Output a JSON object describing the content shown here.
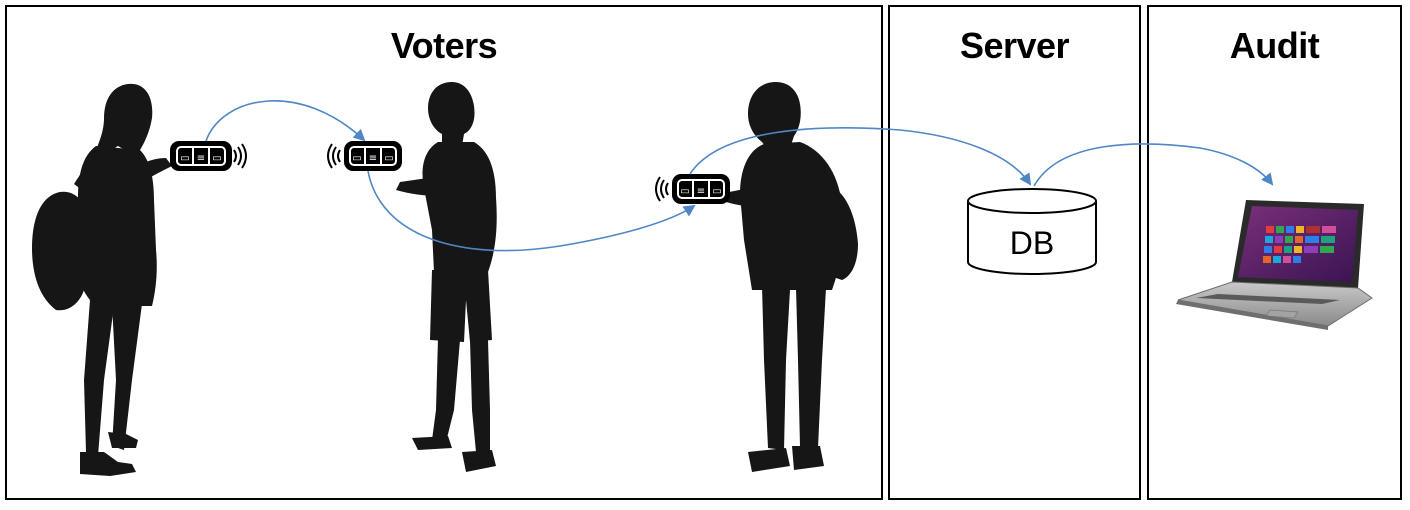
{
  "panels": {
    "voters": {
      "title": "Voters"
    },
    "server": {
      "title": "Server"
    },
    "audit": {
      "title": "Audit"
    }
  },
  "database": {
    "label": "DB"
  },
  "colors": {
    "arrow": "#4f87c5",
    "silhouette": "#161616",
    "border": "#000000"
  },
  "icons": [
    "person-silhouette",
    "voting-token-device",
    "wireless-signal-icon",
    "database-cylinder",
    "laptop"
  ]
}
